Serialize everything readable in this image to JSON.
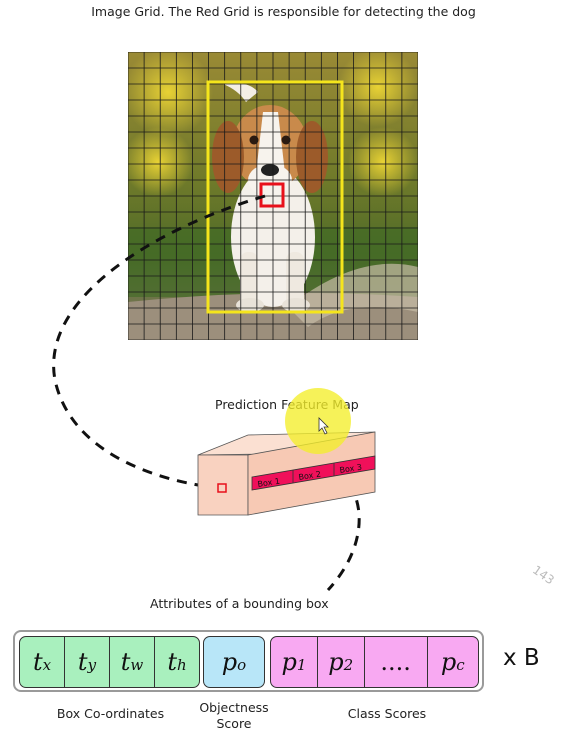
{
  "title": "Image Grid. The Red Grid is responsible for detecting the dog",
  "feature_map_title": "Prediction Feature Map",
  "prism_labels": [
    "Box 1",
    "Box 2",
    "Box 3"
  ],
  "attributes_title": "Attributes of a bounding box",
  "box_coordinates": {
    "cells": [
      {
        "base": "t",
        "sub": "x"
      },
      {
        "base": "t",
        "sub": "y"
      },
      {
        "base": "t",
        "sub": "w"
      },
      {
        "base": "t",
        "sub": "h"
      }
    ],
    "caption": "Box Co-ordinates"
  },
  "objectness": {
    "cell": {
      "base": "p",
      "sub": "o"
    },
    "caption_line1": "Objectness",
    "caption_line2": "Score"
  },
  "class_scores": {
    "cells": [
      {
        "base": "p",
        "sub": "1"
      },
      {
        "base": "p",
        "sub": "2"
      },
      {
        "base": "....",
        "sub": ""
      },
      {
        "base": "p",
        "sub": "c"
      }
    ],
    "caption": "Class Scores"
  },
  "multiplier": "x B",
  "watermark": "143",
  "colors": {
    "grid_line": "#1a1a1a",
    "yellow_box": "#f5e51c",
    "red_cell": "#e8101a",
    "box_coords_fill": "#a9f0be",
    "objectness_fill": "#b8e6f8",
    "class_scores_fill": "#f8a9f2",
    "prism_fill": "#f9d2c0",
    "prism_strip": "#f0105a"
  }
}
